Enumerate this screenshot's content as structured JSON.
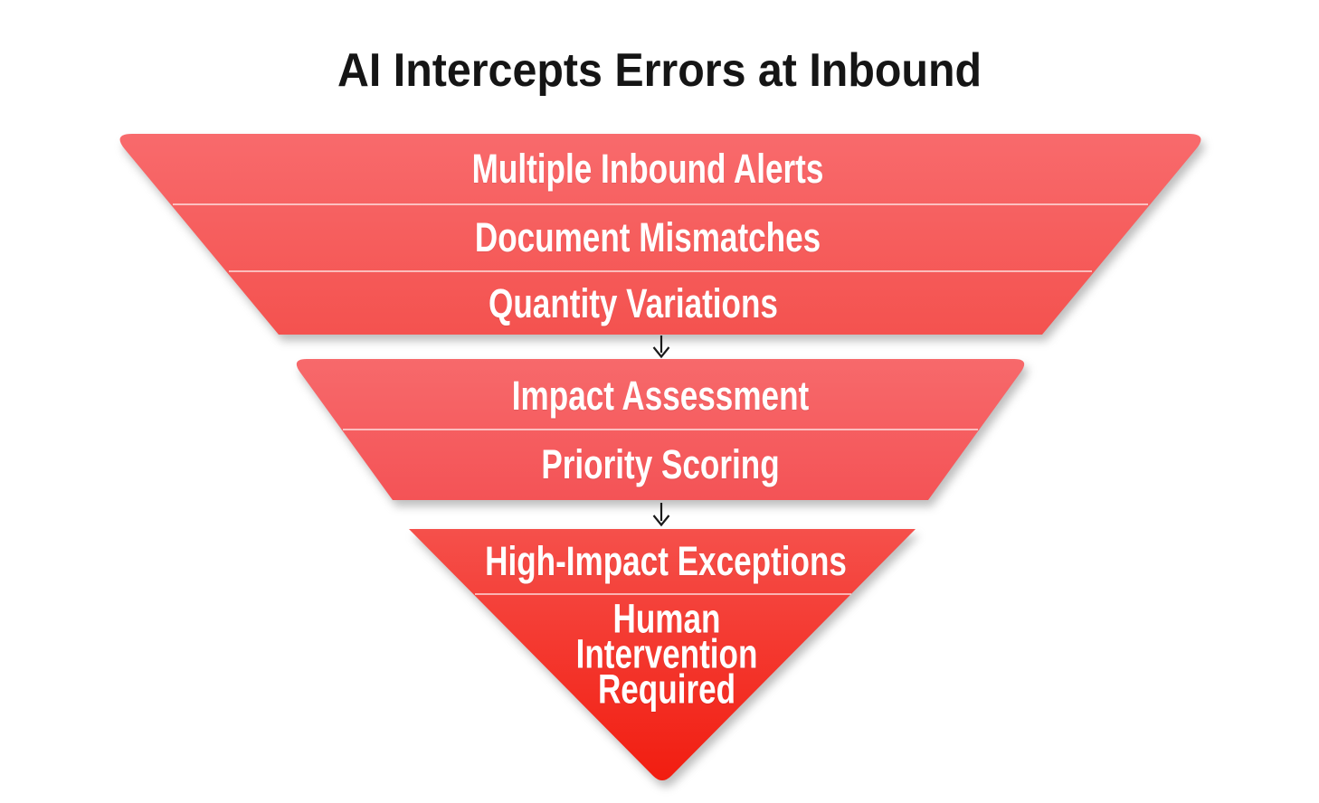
{
  "title": "AI Intercepts Errors at Inbound",
  "funnel": {
    "tiers": [
      {
        "rows": [
          "Multiple Inbound Alerts",
          "Document Mismatches",
          "Quantity Variations"
        ]
      },
      {
        "rows": [
          "Impact Assessment",
          "Priority Scoring"
        ]
      },
      {
        "rows": [
          "High-Impact Exceptions",
          "Human Intervention Required"
        ]
      }
    ]
  },
  "colors": {
    "tier1_top": "#F86A6C",
    "tier1_bottom": "#F4524F",
    "tier2_top": "#F7696B",
    "tier2_bottom": "#F45356",
    "tier3_top": "#F5504B",
    "tier3_bottom": "#F21D10",
    "divider": "rgba(255,255,255,0.6)",
    "arrow": "#1A1A1A",
    "title_text": "#151515",
    "label_text": "#FFFFFF",
    "background": "#FFFFFF"
  }
}
